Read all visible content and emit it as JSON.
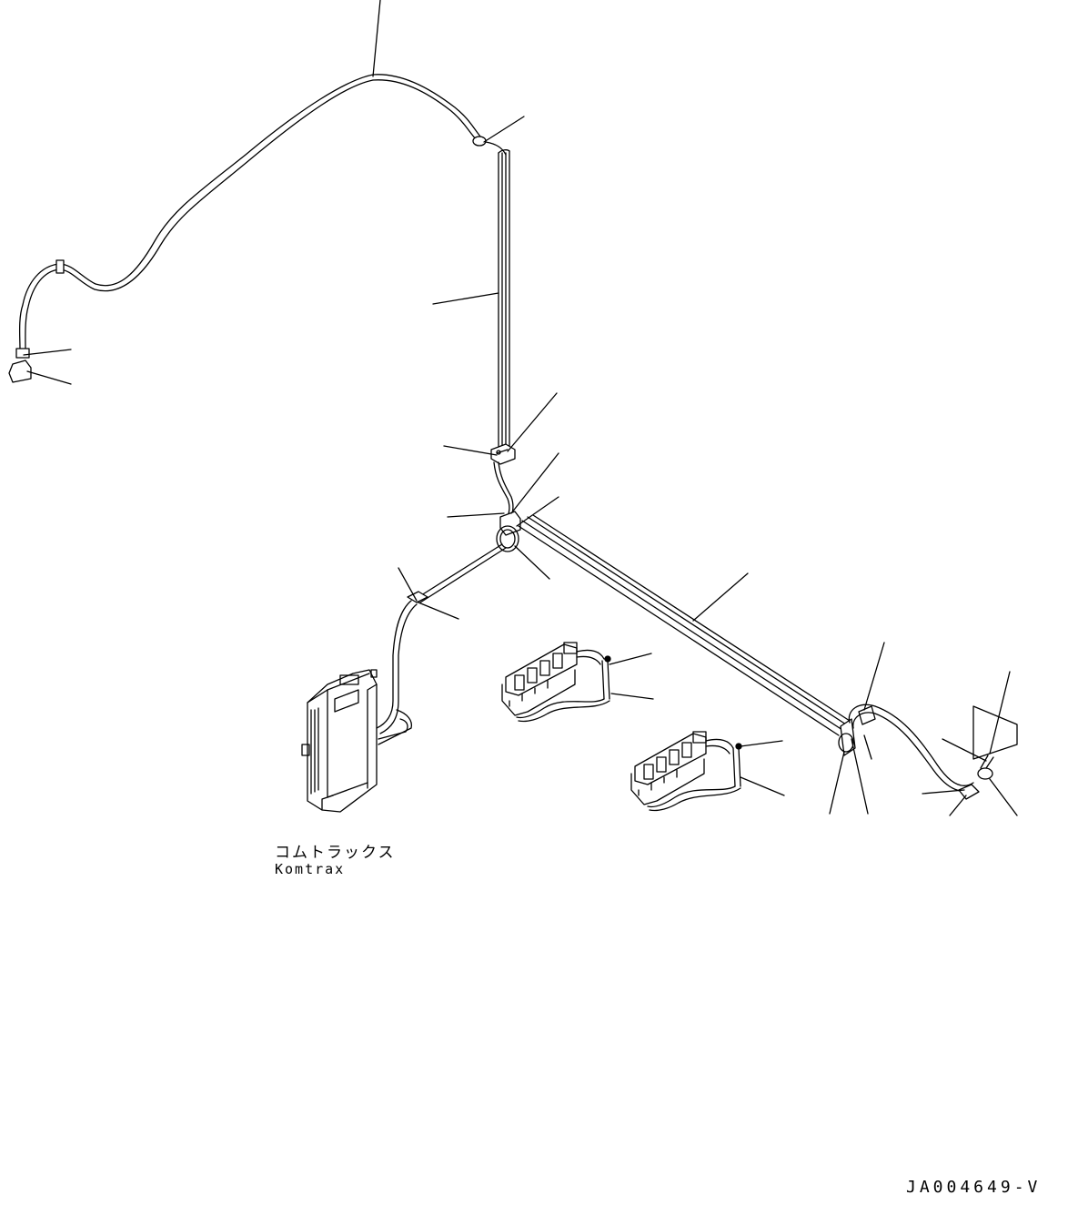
{
  "labels": {
    "component_jp": "コムトラックス",
    "component_en": "Komtrax",
    "drawing_number": "JA004649-V"
  }
}
